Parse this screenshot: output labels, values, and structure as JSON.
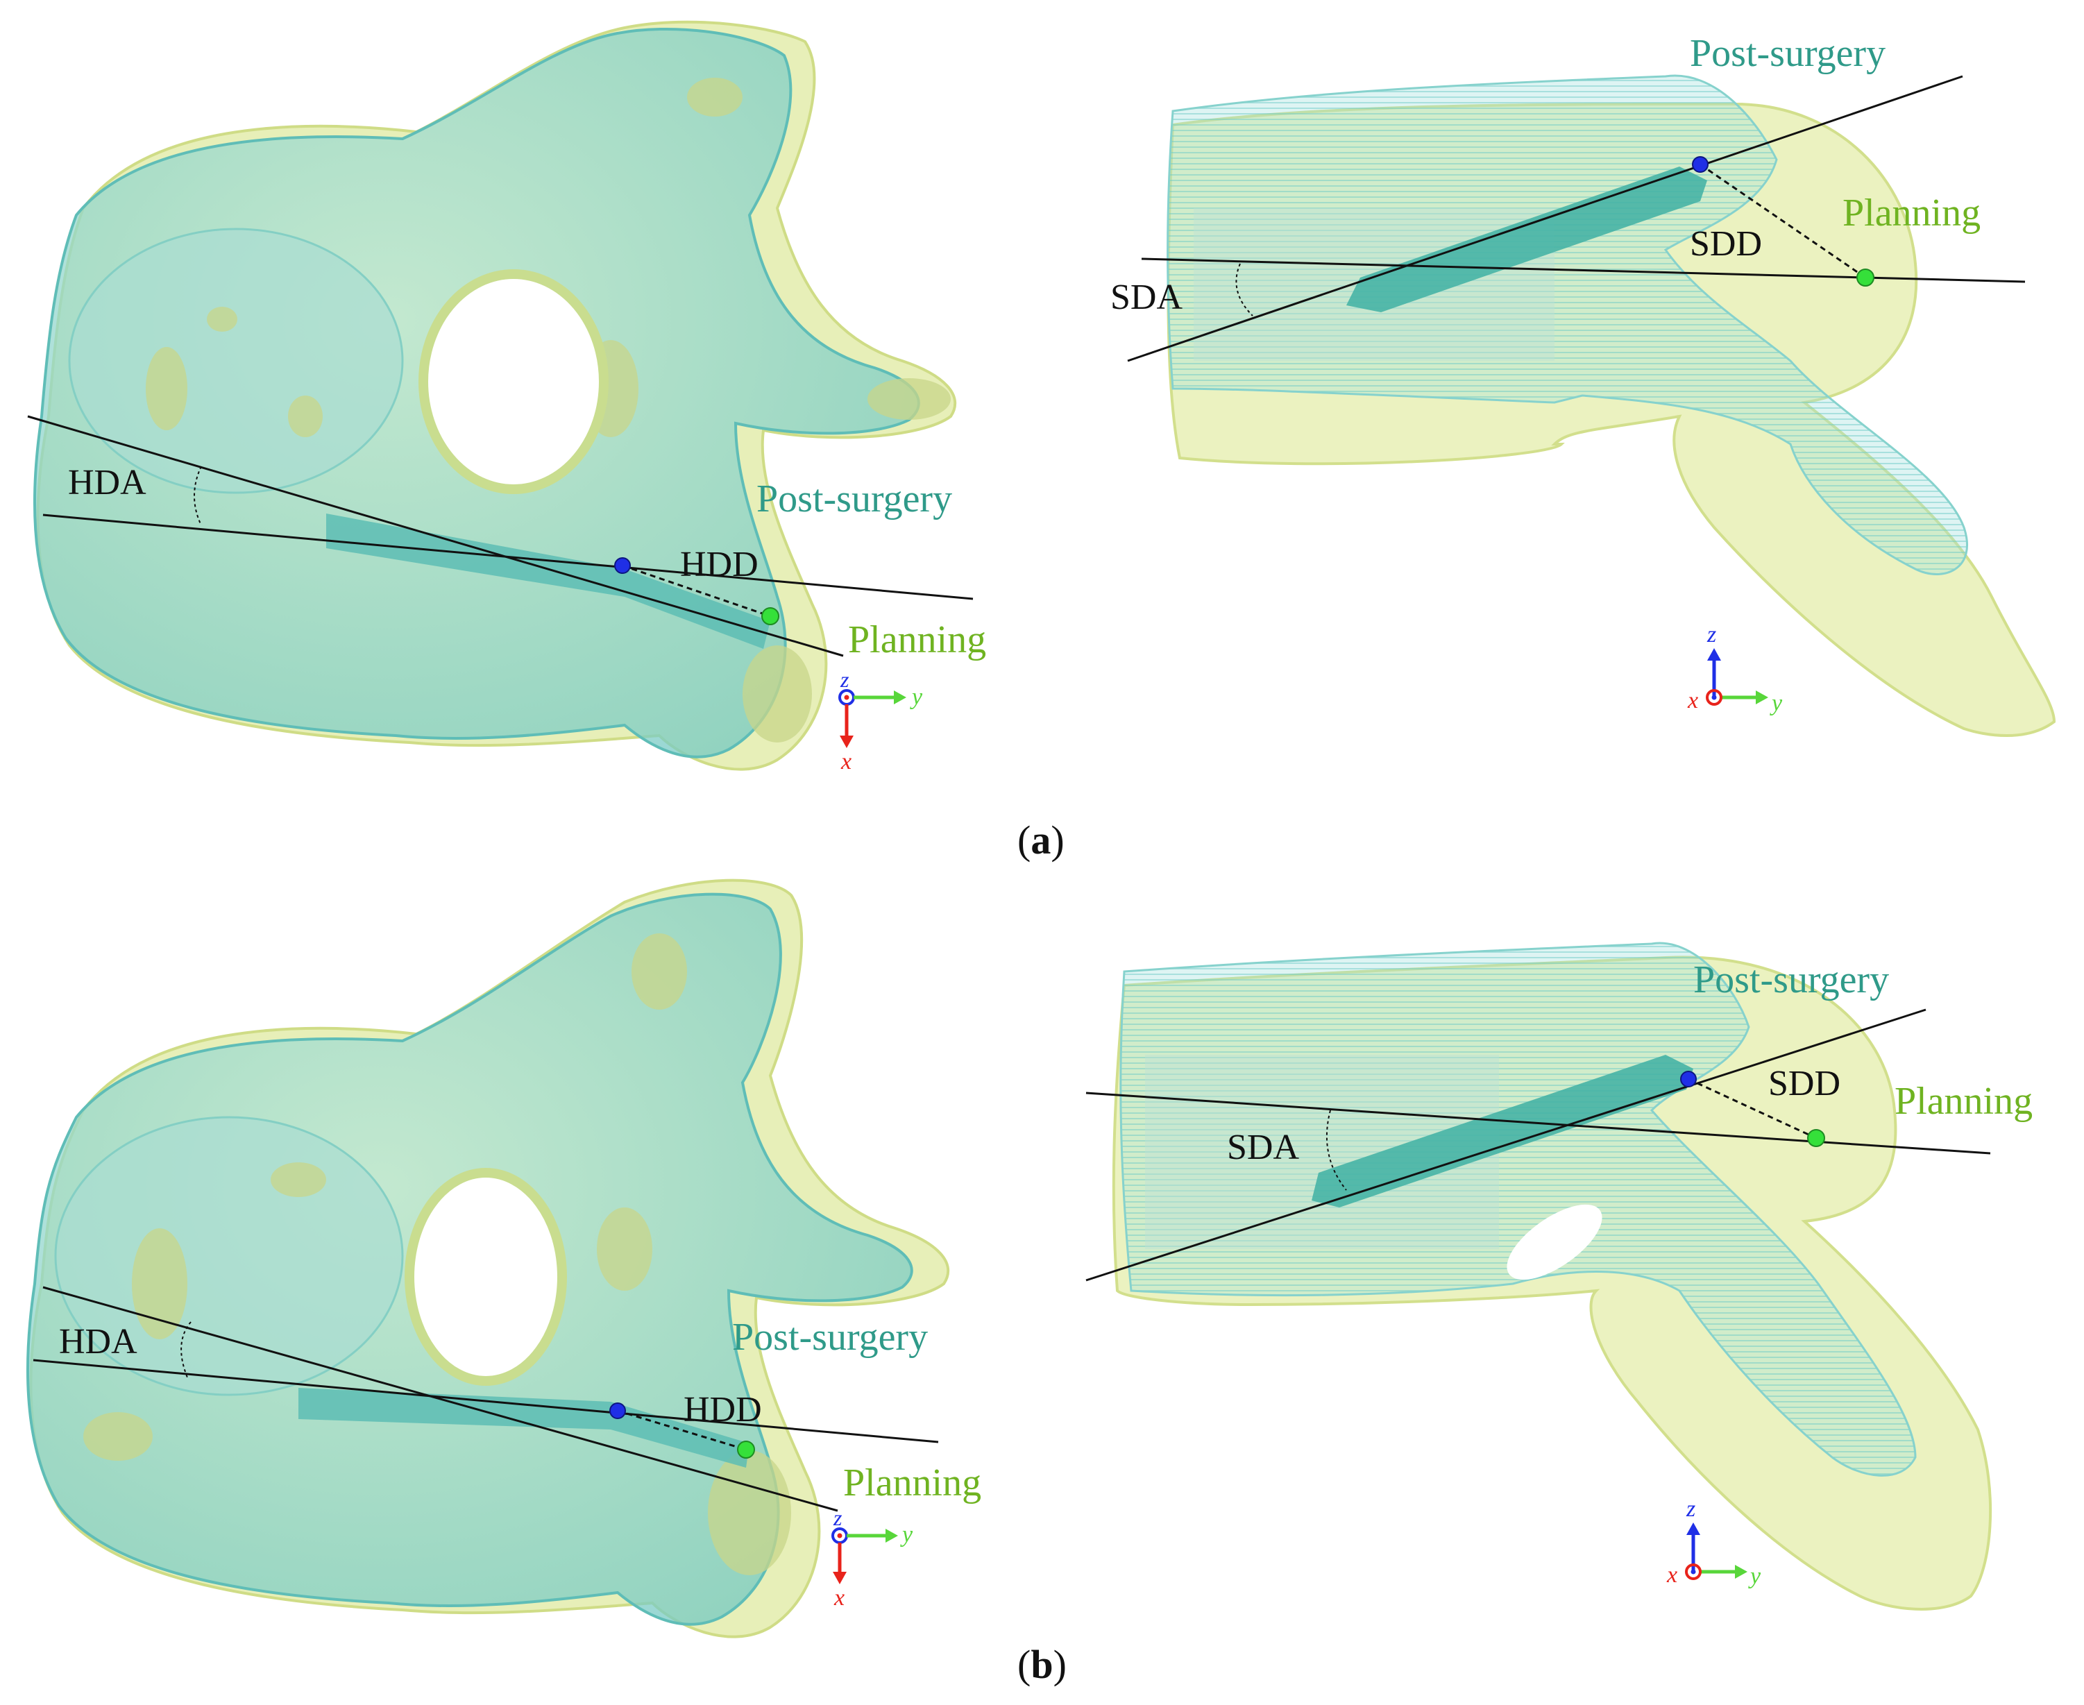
{
  "panels": {
    "a": {
      "caption_open": "(",
      "caption_letter": "a",
      "caption_close": ")"
    },
    "b": {
      "caption_open": "(",
      "caption_letter": "b",
      "caption_close": ")"
    }
  },
  "views": {
    "horizontal": {
      "post_label": "Post-surgery",
      "planning_label": "Planning",
      "angle_label": "HDA",
      "distance_label": "HDD",
      "axes": {
        "z": "z",
        "y": "y",
        "x": "x"
      }
    },
    "sagittal": {
      "post_label": "Post-surgery",
      "planning_label": "Planning",
      "angle_label": "SDA",
      "distance_label": "SDD",
      "axes": {
        "z": "z",
        "y": "y",
        "x": "x"
      }
    }
  },
  "colors": {
    "post_surgery": "#2f9a89",
    "planning": "#6fb321",
    "post_point": "#1f2fe6",
    "planning_point": "#35e03a",
    "bone_post": "#7fd3cf",
    "bone_planning": "#dfe9a0",
    "axis_x": "#e8231b",
    "axis_y": "#58d63a",
    "axis_z": "#1f2fe6",
    "line": "#111111"
  }
}
